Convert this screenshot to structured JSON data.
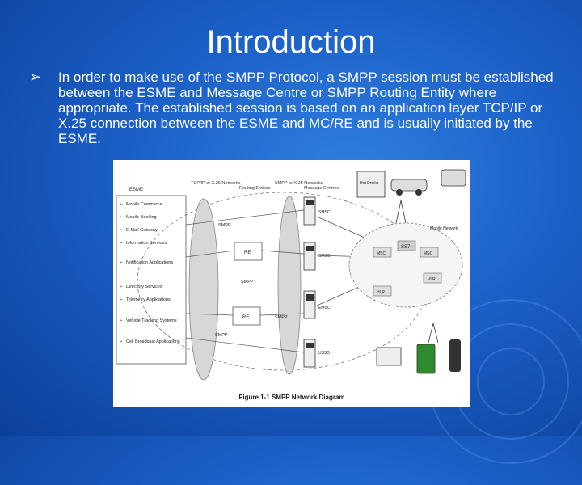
{
  "slide": {
    "title": "Introduction",
    "bullet_symbol": "➢",
    "body": "In order to make use of the SMPP Protocol, a SMPP session must be established between the ESME and Message Centre or SMPP Routing Entity where appropriate. The established session is based on an application layer TCP/IP or X.25 connection between the ESME and MC/RE and is usually initiated by the ESME."
  },
  "diagram": {
    "caption": "Figure 1-1 SMPP Network Diagram",
    "col_esme": "ESME",
    "col_tcpip": "TCP/IP or X.25 Networks",
    "col_routing": "Routing Entities",
    "col_smpp_net": "SMPP or X.25 Networks",
    "col_mc": "Message Centres",
    "esme_apps": [
      "Mobile Commerce",
      "Mobile Banking",
      "E-Mail Gateway",
      "Information Services",
      "Notification Applications",
      "Directory Services",
      "Telemetry Applications",
      "Vehicle Tracking Systems",
      "Cell Broadcast Applications"
    ],
    "smpp_label": "SMPP",
    "re_label": "RE",
    "smsc_label": "SMSC",
    "emsc_label": "EMSC",
    "ussd_label": "USSD",
    "ss7_label": "SS7",
    "msc_label": "MSC",
    "vlr_label": "VLR",
    "hlr_label": "HLR",
    "mobile_network_label": "Mobile Network",
    "hot_drinks_label": "Hot Drinks"
  },
  "colors": {
    "background": "#1b5fc6",
    "text": "#ffffff"
  }
}
